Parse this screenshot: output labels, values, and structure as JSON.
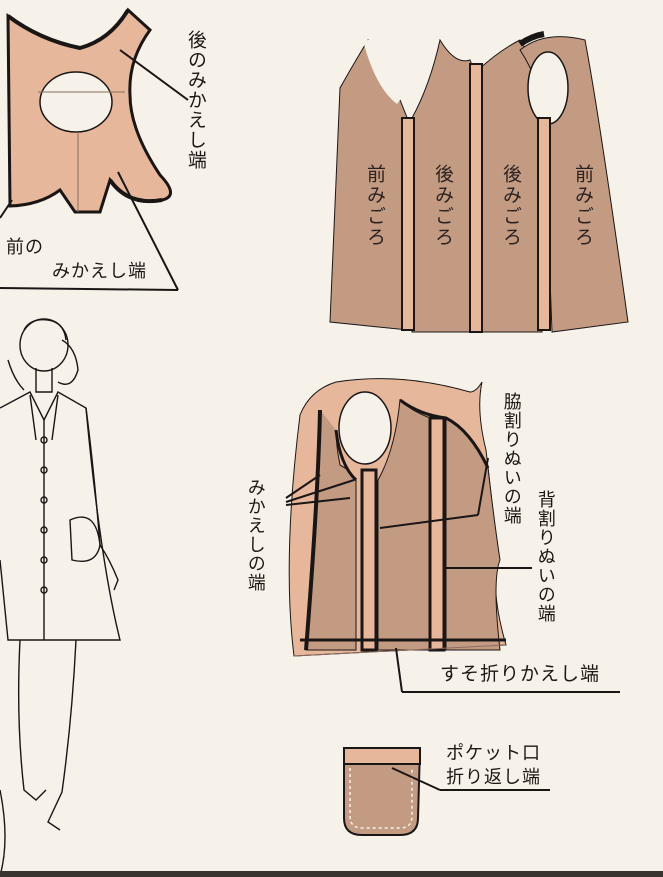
{
  "labels": {
    "back_facing_edge": "後のみかえし端",
    "front_facing_edge_line1": "前の",
    "front_facing_edge_line2": "みかえし端",
    "side_seam_edge": "脇割りぬいの端",
    "back_seam_edge": "背割りぬいの端",
    "facing_edge": "みかえしの端",
    "hem_edge": "すそ折りかえし端",
    "pocket_line1": "ポケット口",
    "pocket_line2": "折り返し端"
  },
  "panels": [
    "前みごろ",
    "後みごろ",
    "後みごろ",
    "前みごろ"
  ],
  "colors": {
    "facing": "#e7b79c",
    "fabric": "#c39b83",
    "edge": "#1b1616",
    "paper": "#f6f1e9"
  }
}
